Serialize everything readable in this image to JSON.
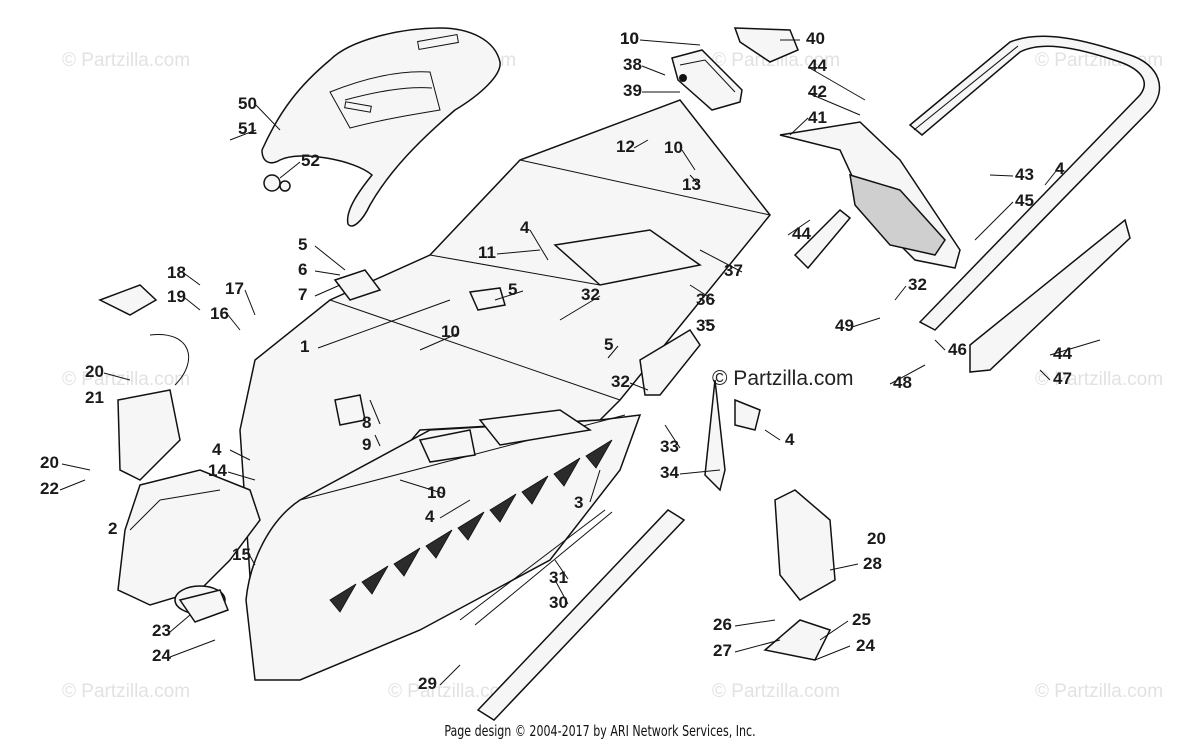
{
  "watermark": {
    "text": "© Partzilla.com",
    "center_text": "© Partzilla.com"
  },
  "footer": {
    "copyright": "Page design © 2004-2017 by ARI Network Services, Inc."
  },
  "callouts": [
    "1",
    "2",
    "3",
    "4",
    "4",
    "4",
    "4",
    "4",
    "5",
    "5",
    "5",
    "6",
    "7",
    "8",
    "9",
    "10",
    "10",
    "10",
    "10",
    "10",
    "11",
    "12",
    "13",
    "14",
    "15",
    "16",
    "17",
    "18",
    "19",
    "20",
    "20",
    "20",
    "21",
    "22",
    "23",
    "24",
    "24",
    "25",
    "26",
    "27",
    "28",
    "29",
    "30",
    "31",
    "32",
    "32",
    "32",
    "33",
    "34",
    "35",
    "36",
    "37",
    "38",
    "39",
    "40",
    "41",
    "42",
    "43",
    "44",
    "44",
    "44",
    "45",
    "46",
    "47",
    "48",
    "49",
    "50",
    "51",
    "52"
  ]
}
